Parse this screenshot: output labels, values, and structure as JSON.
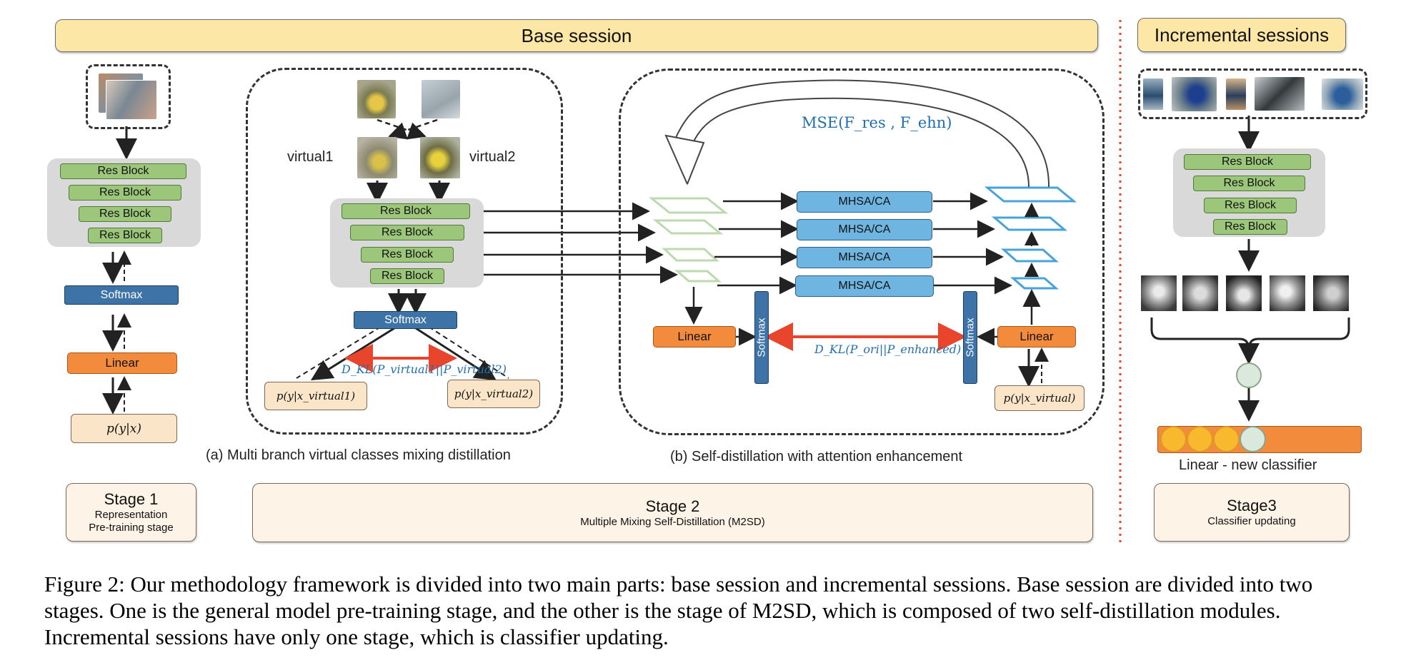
{
  "banners": {
    "base": "Base session",
    "incremental": "Incremental sessions"
  },
  "stage1": {
    "res_blocks": [
      "Res Block",
      "Res Block",
      "Res Block",
      "Res Block"
    ],
    "softmax": "Softmax",
    "linear": "Linear",
    "prob": "p(y|x)",
    "title": "Stage 1",
    "subtitle_line1": "Representation",
    "subtitle_line2": "Pre-training stage"
  },
  "panel_a": {
    "virtual1": "virtual1",
    "virtual2": "virtual2",
    "res_blocks": [
      "Res Block",
      "Res Block",
      "Res Block",
      "Res Block"
    ],
    "softmax": "Softmax",
    "dkl": "D_KL(P_virtual1||P_virtual2)",
    "prob1": "p(y|x_virtual1)",
    "prob2": "p(y|x_virtual2)",
    "caption": "(a)  Multi branch virtual classes mixing distillation"
  },
  "panel_b": {
    "mse": "MSE(F_res , F_ehn)",
    "mhsa": [
      "MHSA/CA",
      "MHSA/CA",
      "MHSA/CA",
      "MHSA/CA"
    ],
    "linear_left": "Linear",
    "linear_right": "Linear",
    "softmax_left": "Softmax",
    "softmax_right": "Softmax",
    "dkl": "D_KL(P_ori||P_enhanced)",
    "prob": "p(y|x_virtual)",
    "caption": "(b)  Self-distillation with attention enhancement"
  },
  "stage2": {
    "title": "Stage 2",
    "subtitle": "Multiple Mixing Self-Distillation (M2SD)"
  },
  "stage3": {
    "res_blocks": [
      "Res Block",
      "Res Block",
      "Res Block",
      "Res Block"
    ],
    "classifier_label": "Linear - new classifier",
    "title": "Stage3",
    "subtitle": "Classifier updating"
  },
  "caption": "Figure 2: Our methodology framework is divided into two main parts: base session and incremental sessions. Base session are divided into two stages. One is the general model pre-training stage, and the other is the stage of M2SD, which is composed of two self-distillation modules. Incremental sessions have only one stage, which is classifier updating.",
  "colors": {
    "res_block": "#9cc77a",
    "softmax": "#3e73a8",
    "linear": "#f28c3c",
    "mhsa": "#6fb5e2",
    "kl_arrow": "#e8452c",
    "banner": "#fde7a6"
  }
}
